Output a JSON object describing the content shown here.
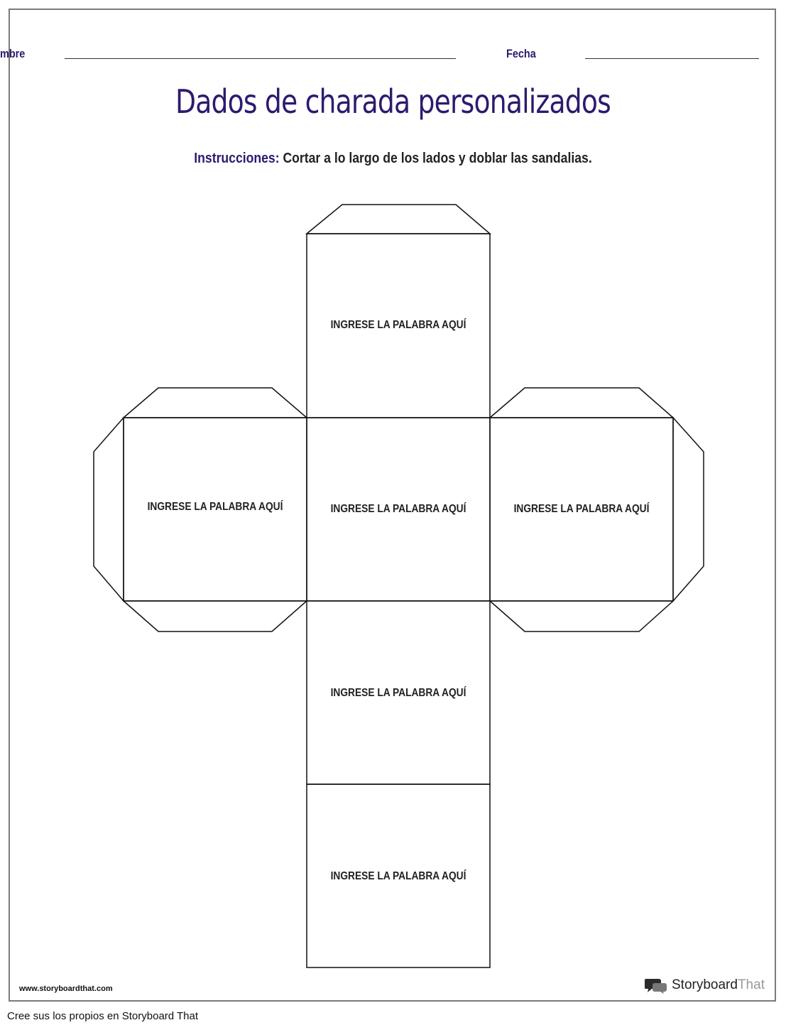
{
  "header": {
    "name_label": "mbre",
    "date_label": "Fecha"
  },
  "title": "Dados de charada personalizados",
  "instructions": {
    "label": "Instrucciones:",
    "text": " Cortar a lo largo de los lados y doblar las sandalias."
  },
  "faces": [
    "INGRESE LA PALABRA AQUÍ",
    "INGRESE LA PALABRA AQUÍ",
    "INGRESE LA PALABRA AQUÍ",
    "INGRESE LA PALABRA AQUÍ",
    "INGRESE LA PALABRA AQUÍ",
    "INGRESE LA PALABRA AQUÍ"
  ],
  "footer": {
    "url": "www.storyboardthat.com",
    "brand_main": "Storyboard",
    "brand_accent": "That"
  },
  "caption": "Cree sus los propios en Storyboard That",
  "colors": {
    "accent": "#2e1a6e",
    "border": "#7a7a7a"
  }
}
